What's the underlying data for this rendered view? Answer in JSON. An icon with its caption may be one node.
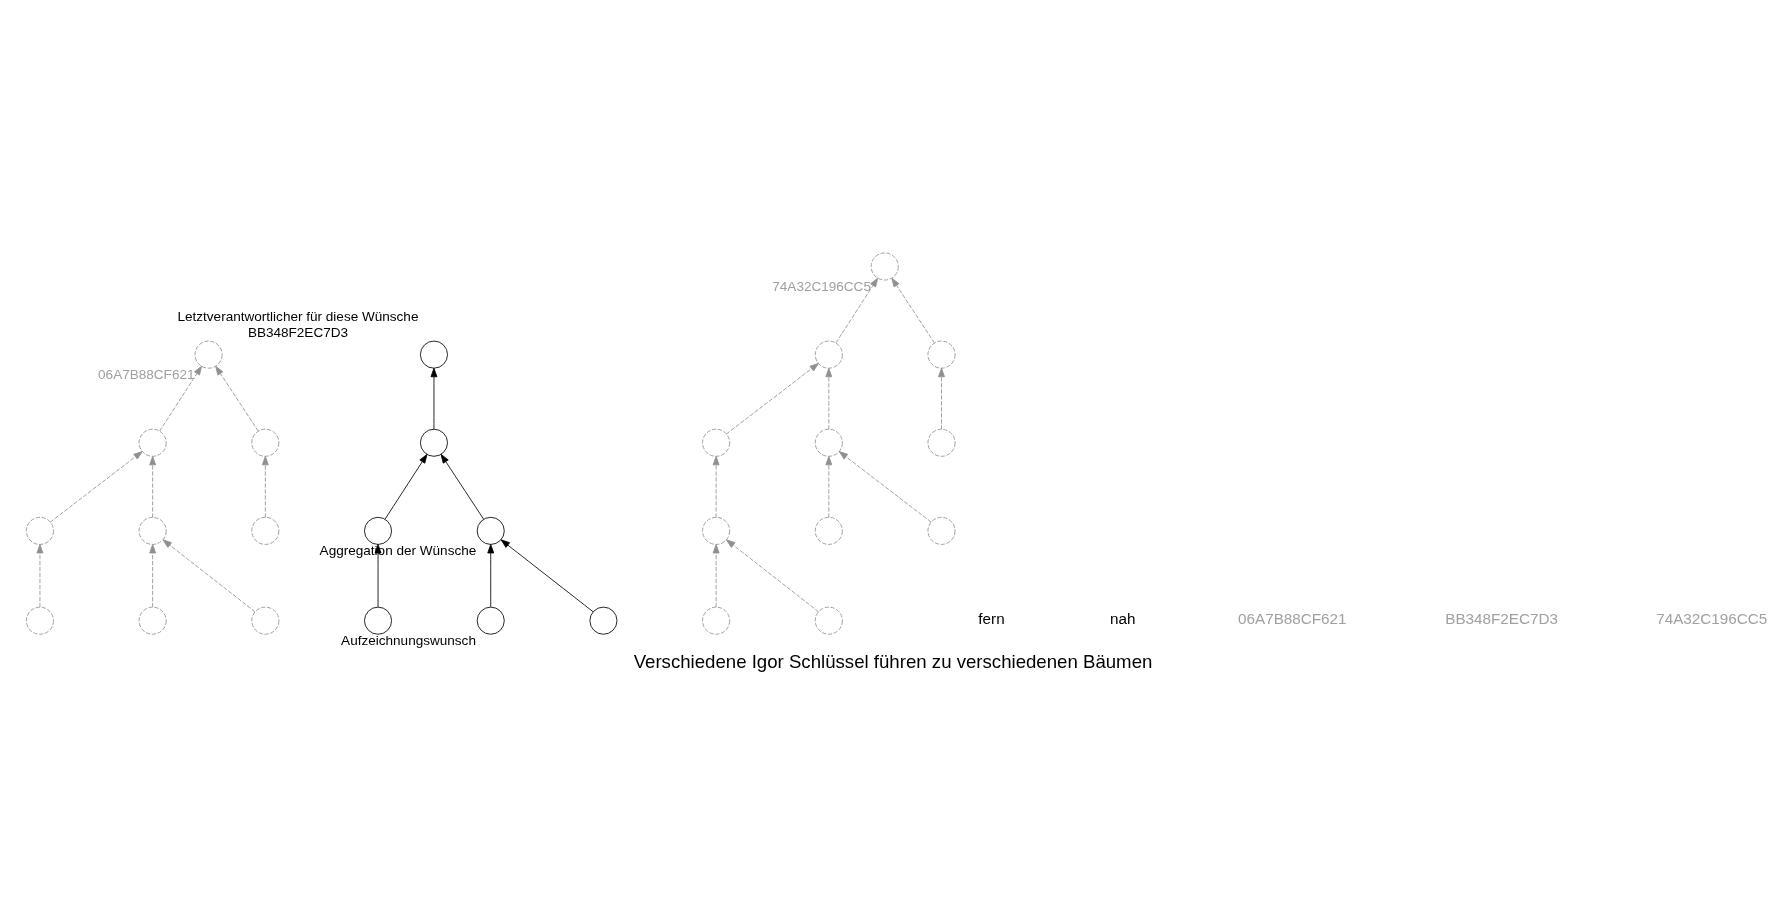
{
  "diagram": {
    "caption": "Verschiedene Igor Schlüssel führen zu verschiedenen Bäumen",
    "nodes": [
      {
        "text": [],
        "shape": "circle",
        "beside": [
          "06A7B88CF621"
        ]
      },
      {
        "text": [],
        "shape": "circle"
      },
      {
        "text": [],
        "shape": "circle"
      },
      {
        "text": [],
        "shape": "circle"
      },
      {
        "text": [],
        "shape": "circle"
      },
      {
        "text": [],
        "shape": "circle"
      },
      {
        "text": [],
        "shape": "circle"
      },
      {
        "text": [],
        "shape": "circle"
      },
      {
        "text": [],
        "shape": "circle"
      },
      {
        "text": [],
        "shape": "circle",
        "beside": [
          "Letztverantwortlicher für diese Wünsche",
          "BB348F2EC7D3"
        ]
      },
      {
        "text": [],
        "shape": "circle"
      },
      {
        "text": [],
        "shape": "circle",
        "beside": [
          "Aggregation der Wünsche"
        ]
      },
      {
        "text": [],
        "shape": "circle"
      },
      {
        "text": [],
        "shape": "circle"
      },
      {
        "text": [],
        "shape": "circle",
        "beside": [
          "Aufzeichnungswunsch"
        ]
      },
      {
        "text": [],
        "shape": "circle"
      },
      {
        "text": [],
        "shape": "circle",
        "beside": [
          "74A32C196CC5"
        ]
      },
      {
        "text": [],
        "shape": "circle"
      },
      {
        "text": [],
        "shape": "circle"
      },
      {
        "text": [],
        "shape": "circle"
      },
      {
        "text": [],
        "shape": "circle"
      },
      {
        "text": [],
        "shape": "circle"
      },
      {
        "text": [],
        "shape": "circle"
      },
      {
        "text": [],
        "shape": "circle"
      },
      {
        "text": [],
        "shape": "circle"
      },
      {
        "text": [],
        "shape": "circle"
      },
      {
        "text": [],
        "shape": "circle"
      }
    ],
    "edges": [
      {
        "from": 1,
        "to": 0,
        "arrow": "to",
        "style": "dashed"
      },
      {
        "from": 2,
        "to": 0,
        "arrow": "to",
        "style": "dashed"
      },
      {
        "from": 3,
        "to": 1,
        "arrow": "to",
        "style": "dashed"
      },
      {
        "from": 4,
        "to": 1,
        "arrow": "to",
        "style": "dashed"
      },
      {
        "from": 5,
        "to": 2,
        "arrow": "to",
        "style": "dashed"
      },
      {
        "from": 7,
        "to": 3,
        "arrow": "to",
        "style": "dashed"
      },
      {
        "from": 6,
        "to": 3,
        "arrow": "to",
        "style": "dashed"
      },
      {
        "from": 8,
        "to": 4,
        "arrow": "to",
        "style": "dashed"
      },
      {
        "from": 10,
        "to": 9,
        "arrow": "to",
        "color": "#000000"
      },
      {
        "from": 11,
        "to": 10,
        "arrow": "to",
        "color": "#000000"
      },
      {
        "from": 12,
        "to": 10,
        "arrow": "to",
        "color": "#000000"
      },
      {
        "from": 13,
        "to": 11,
        "arrow": "to",
        "color": "#000000"
      },
      {
        "from": 14,
        "to": 11,
        "arrow": "to",
        "color": "#000000"
      },
      {
        "from": 15,
        "to": 12,
        "arrow": "to",
        "color": "#000000"
      },
      {
        "from": 18,
        "to": 16,
        "arrow": "to",
        "style": "dashed"
      },
      {
        "from": 17,
        "to": 16,
        "arrow": "to",
        "style": "dashed"
      },
      {
        "from": 21,
        "to": 18,
        "arrow": "to",
        "style": "dashed"
      },
      {
        "from": 19,
        "to": 17,
        "arrow": "to",
        "style": "dashed"
      },
      {
        "from": 20,
        "to": 17,
        "arrow": "to",
        "style": "dashed"
      },
      {
        "from": 22,
        "to": 19,
        "arrow": "to",
        "style": "dashed"
      },
      {
        "from": 23,
        "to": 20,
        "arrow": "to",
        "style": "dashed"
      },
      {
        "from": 24,
        "to": 20,
        "arrow": "to",
        "style": "dashed"
      },
      {
        "from": 25,
        "to": 22,
        "arrow": "to",
        "style": "dashed"
      },
      {
        "from": 26,
        "to": 22,
        "arrow": "to",
        "style": "dashed"
      }
    ],
    "labels": [
      "fern",
      "nah",
      "06A7B88CF621",
      "BB348F2EC7D3",
      "74A32C196CC5"
    ]
  }
}
